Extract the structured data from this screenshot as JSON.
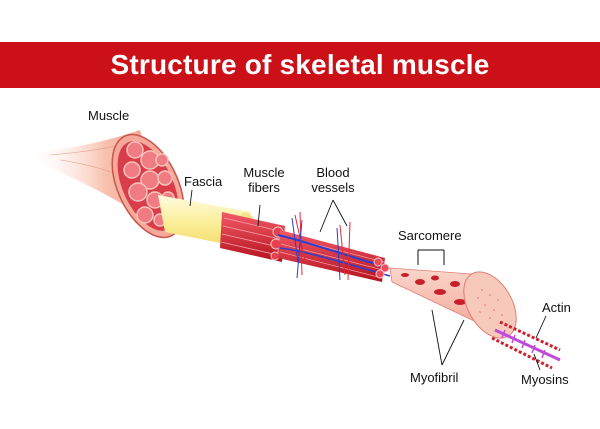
{
  "title": "Structure of skeletal muscle",
  "labels": {
    "muscle": "Muscle",
    "fascia": "Fascia",
    "muscle_fibers_1": "Muscle",
    "muscle_fibers_2": "fibers",
    "blood_vessels_1": "Blood",
    "blood_vessels_2": "vessels",
    "sarcomere": "Sarcomere",
    "actin": "Actin",
    "myofibril": "Myofibril",
    "myosins": "Myosins"
  },
  "colors": {
    "banner": "#cc1017",
    "muscle_light": "#f6b3a0",
    "muscle_dark": "#d1192a",
    "fascia_yellow": "#fbf2a8",
    "fiber_red": "#e0283a",
    "vessel_blue": "#2b3fcf",
    "myosin_purple": "#c04bd8"
  }
}
